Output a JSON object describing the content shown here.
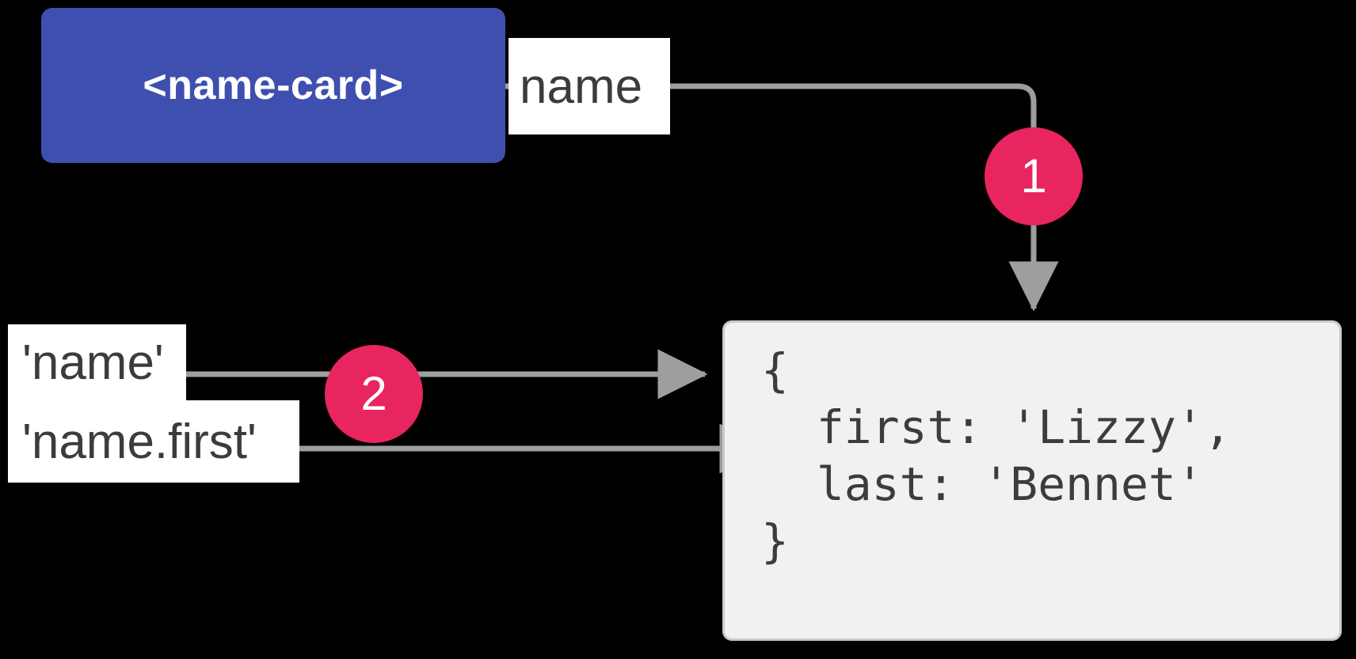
{
  "diagram": {
    "title": "name-card property binding diagram",
    "background_color": "#000000",
    "accent_blue": "#3F4FB0",
    "accent_pink": "#E8255F",
    "wire_color": "#9E9E9E"
  },
  "component": {
    "tag_label": "<name-card>",
    "property_label": "name"
  },
  "bindings": [
    {
      "expression": "'name'"
    },
    {
      "expression": "'name.first'"
    }
  ],
  "badges": [
    {
      "number": "1"
    },
    {
      "number": "2"
    }
  ],
  "data_object": {
    "lines": [
      "{",
      "  first: 'Lizzy',",
      "  last: 'Bennet'",
      "}"
    ],
    "text": "{\n  first: 'Lizzy',\n  last: 'Bennet'\n}"
  }
}
